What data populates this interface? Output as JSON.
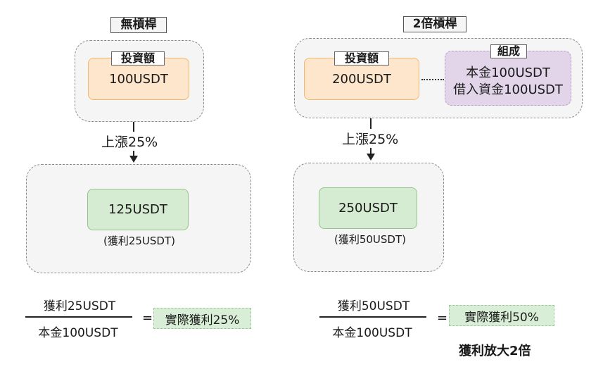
{
  "left": {
    "title": "無槓桿",
    "invest_label": "投資額",
    "invest_value": "100USDT",
    "rise": "上漲25%",
    "result_value": "125USDT",
    "profit_note": "(獲利25USDT)",
    "numerator": "獲利25USDT",
    "denominator": "本金100USDT",
    "equals": "=",
    "outcome": "實際獲利25%"
  },
  "right": {
    "title": "2倍槓桿",
    "invest_label": "投資額",
    "invest_value": "200USDT",
    "composition_label": "組成",
    "composition_line1": "本金100USDT",
    "composition_line2": "借入資金100USDT",
    "rise": "上漲25%",
    "result_value": "250USDT",
    "profit_note": "(獲利50USDT)",
    "numerator": "獲利50USDT",
    "denominator": "本金100USDT",
    "equals": "=",
    "outcome": "實際獲利50%",
    "conclusion": "獲利放大2倍"
  }
}
